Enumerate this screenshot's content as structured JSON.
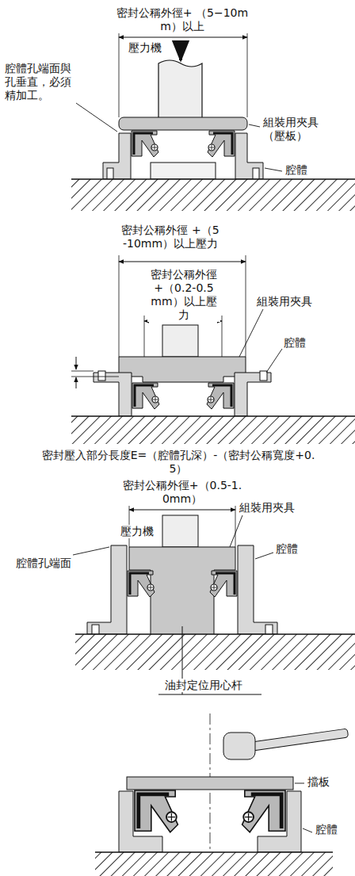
{
  "diagram": {
    "labels": [
      "密封公稱外徑+ （5−10mm）以上",
      "壓力機",
      "腔體孔端面與孔垂直，必須精加工。",
      "組裝用夾具 （壓板）",
      "腔體",
      "密封公稱外徑 +（5-10mm）以上壓力",
      "密封公稱外徑+（0.2-0.5mm）以上壓力",
      "組裝用夾具",
      "腔體",
      "密封壓入部分長度E=（腔體孔深）-（密封公稱寬度+0.5）",
      "密封公稱外徑+（0.5-1.0mm）",
      "組裝用夾具",
      "壓力機",
      "腔體孔端面",
      "腔體",
      "油封定位用心杆",
      "擋板",
      "腔體"
    ]
  }
}
